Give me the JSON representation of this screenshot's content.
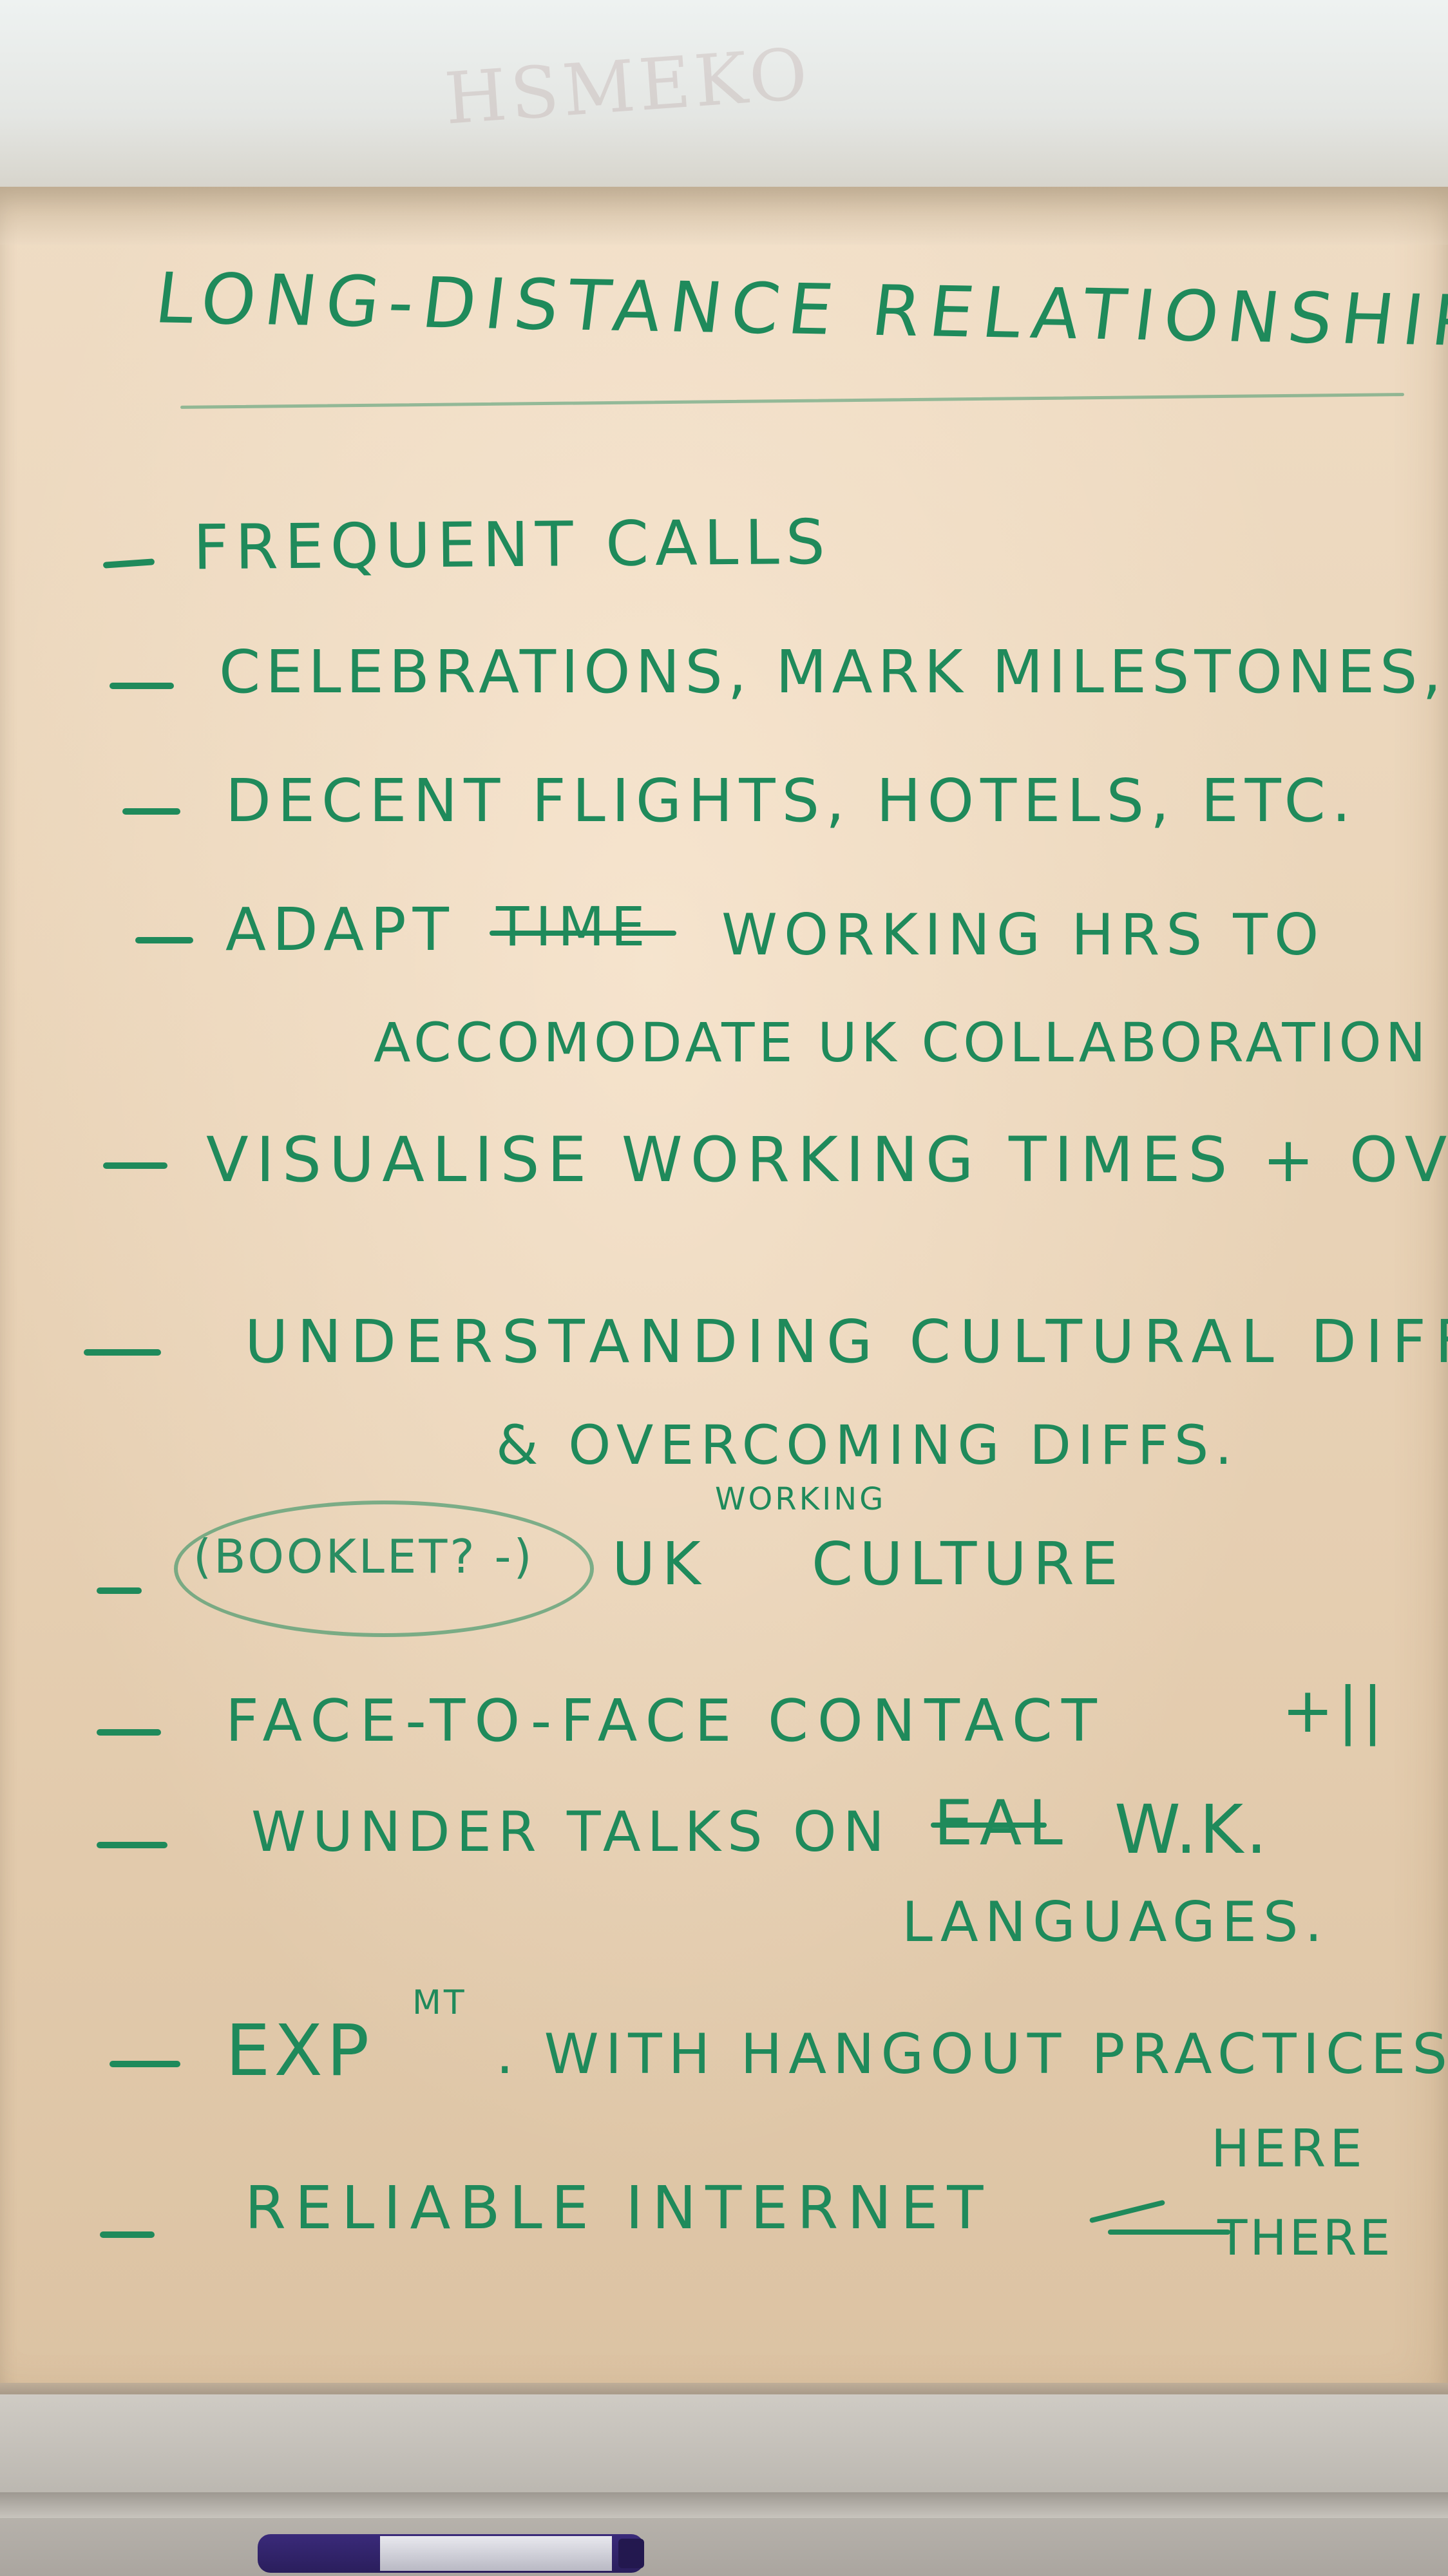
{
  "board": {
    "ghost_text": "HSMEKO"
  },
  "flipchart": {
    "title": "Long-Distance Relationships",
    "items": [
      {
        "text": "Frequent Calls"
      },
      {
        "text": "Celebrations, mark milestones, et"
      },
      {
        "text": "Decent flights, hotels, etc."
      },
      {
        "text": "Adapt",
        "struck": "time",
        "rest": "working hrs to",
        "line2": "accomodate UK collaboration"
      },
      {
        "text": "Visualise working times + over"
      },
      {
        "text": "Understanding cultural diff",
        "line2": "& overcoming diffs."
      },
      {
        "paren": "(Booklet? -)",
        "text": "UK",
        "insert": "working",
        "rest": "culture"
      },
      {
        "text": "Face-to-Face contact",
        "mark": "+||"
      },
      {
        "text": "Wunder Talks on",
        "struck": "Eal",
        "rest": "W.K.",
        "line2": "Languages."
      },
      {
        "text": "Exp",
        "sup": "MT",
        "rest": ". with Hangout practices"
      },
      {
        "text": "Reliable internet",
        "branch": [
          "Here",
          "There"
        ]
      }
    ]
  },
  "colors": {
    "ink": "#1f8a5b",
    "paper": "#ebd6bb",
    "marker": "#2a1e5c"
  }
}
